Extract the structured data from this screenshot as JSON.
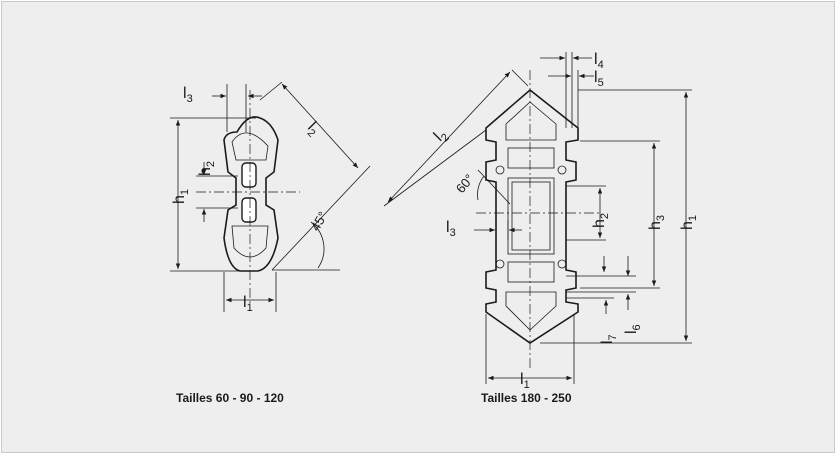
{
  "captions": {
    "small": "Tailles 60 - 90 - 120",
    "large": "Tailles 180 - 250"
  },
  "labels": {
    "h": "h",
    "l": "l",
    "angle45": "45°",
    "angle60": "60°",
    "one": "1",
    "two": "2",
    "three": "3",
    "four": "4",
    "five": "5",
    "six": "6",
    "seven": "7"
  },
  "colors": {
    "background": "#eeeeef",
    "line": "#1a1a1a"
  }
}
